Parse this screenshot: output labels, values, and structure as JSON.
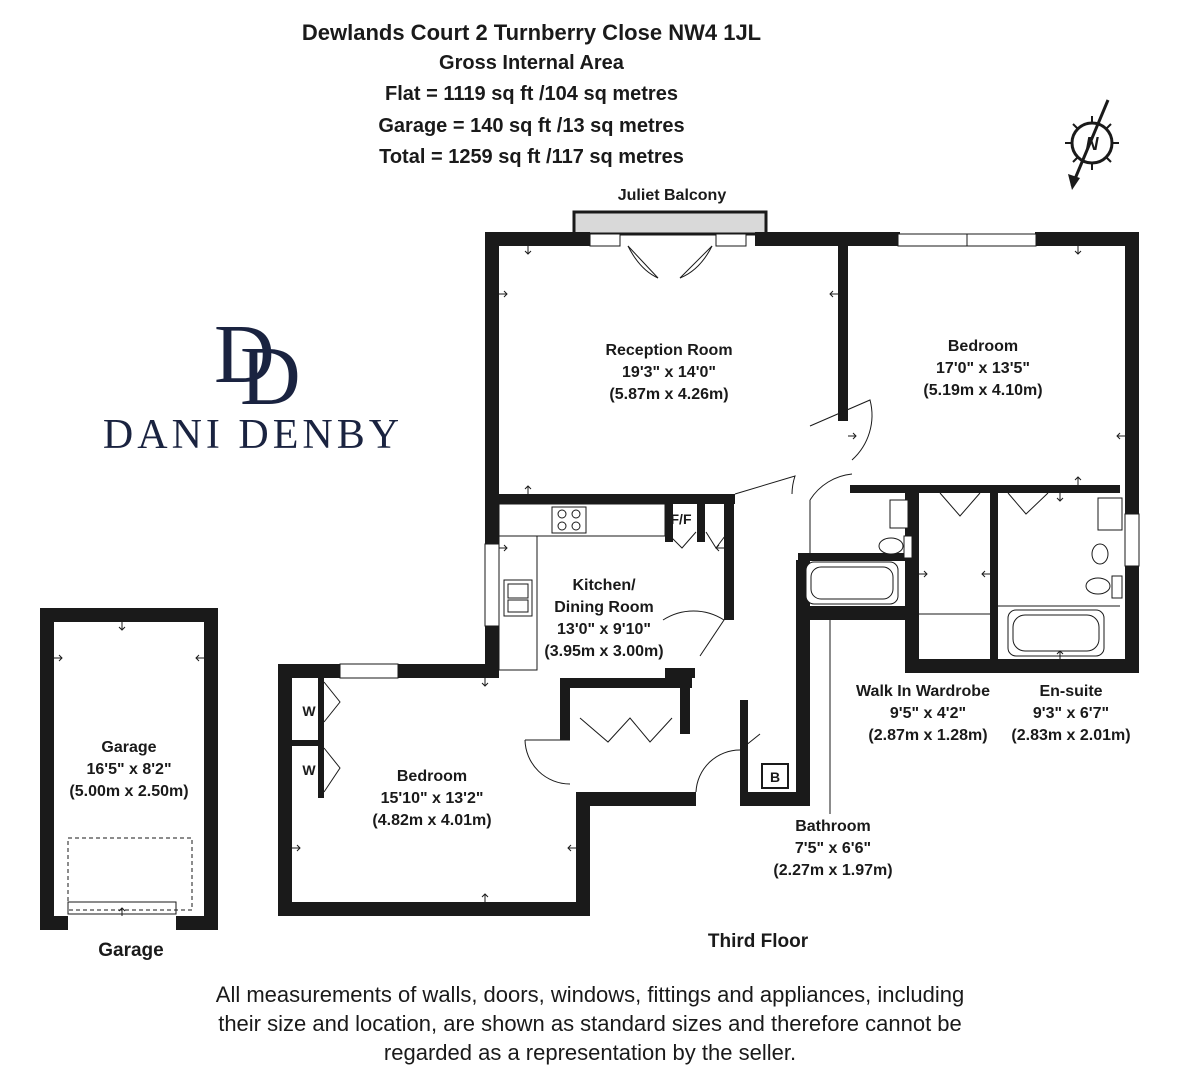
{
  "header": {
    "address": "Dewlands Court 2 Turnberry Close NW4 1JL",
    "subtitle": "Gross Internal Area",
    "flat_area": "Flat = 1119 sq ft /104 sq metres",
    "garage_area": "Garage = 140 sq ft /13 sq metres",
    "total_area": "Total = 1259 sq ft /117 sq metres"
  },
  "compass": {
    "label": "N",
    "icon": "compass-north-icon"
  },
  "brand": {
    "monogram": "DD",
    "name": "DANI DENBY",
    "color": "#1a2340"
  },
  "plan": {
    "balcony_label": "Juliet Balcony",
    "floor_label": "Third Floor",
    "garage_caption": "Garage",
    "rooms": {
      "reception": {
        "name": "Reception Room",
        "imperial": "19'3\" x 14'0\"",
        "metric": "(5.87m x 4.26m)"
      },
      "bedroom1": {
        "name": "Bedroom",
        "imperial": "17'0\" x 13'5\"",
        "metric": "(5.19m x 4.10m)"
      },
      "kitchen": {
        "name_line1": "Kitchen/",
        "name_line2": "Dining Room",
        "imperial": "13'0\" x 9'10\"",
        "metric": "(3.95m x 3.00m)"
      },
      "bedroom2": {
        "name": "Bedroom",
        "imperial": "15'10\" x 13'2\"",
        "metric": "(4.82m x 4.01m)"
      },
      "wardrobe": {
        "name": "Walk In Wardrobe",
        "imperial": "9'5\" x 4'2\"",
        "metric": "(2.87m x 1.28m)"
      },
      "ensuite": {
        "name": "En-suite",
        "imperial": "9'3\" x 6'7\"",
        "metric": "(2.83m x 2.01m)"
      },
      "bathroom": {
        "name": "Bathroom",
        "imperial": "7'5\" x 6'6\"",
        "metric": "(2.27m x 1.97m)"
      },
      "garage": {
        "name": "Garage",
        "imperial": "16'5\" x 8'2\"",
        "metric": "(5.00m x 2.50m)"
      }
    },
    "fixtures": {
      "fridge": "F/F",
      "wardrobe_1": "W",
      "wardrobe_2": "W",
      "boiler": "B"
    }
  },
  "footer": {
    "line1": "All measurements of walls, doors, windows, fittings and appliances, including",
    "line2": "their size and location, are shown as standard sizes and therefore cannot be",
    "line3": "regarded as a representation by the seller."
  }
}
